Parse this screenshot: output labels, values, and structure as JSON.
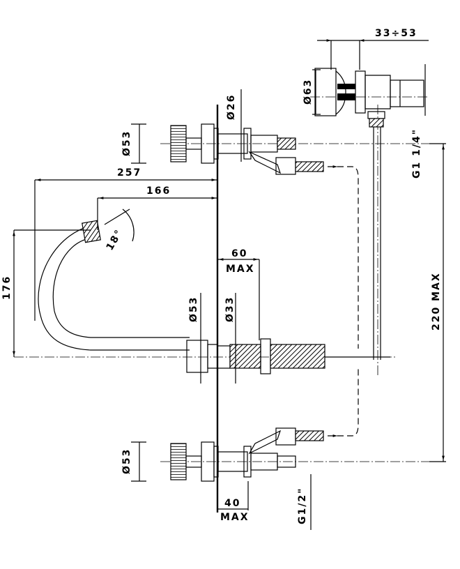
{
  "title": "Three-hole basin mixer technical drawing",
  "dimensions": {
    "range_top": "33÷53",
    "dia_63": "Ø63",
    "dia_26": "Ø26",
    "dia_53_top": "Ø53",
    "len_257": "257",
    "len_166": "166",
    "angle_18": "18°",
    "height_176": "176",
    "max_60_value": "60",
    "max_60_label": "MAX",
    "dia_53_mid": "Ø53",
    "dia_33": "Ø33",
    "thread_g114": "G1 1/4\"",
    "max_220": "220 MAX",
    "dia_53_bottom": "Ø53",
    "max_40_value": "40",
    "max_40_label": "MAX",
    "thread_g12": "G1/2\""
  }
}
